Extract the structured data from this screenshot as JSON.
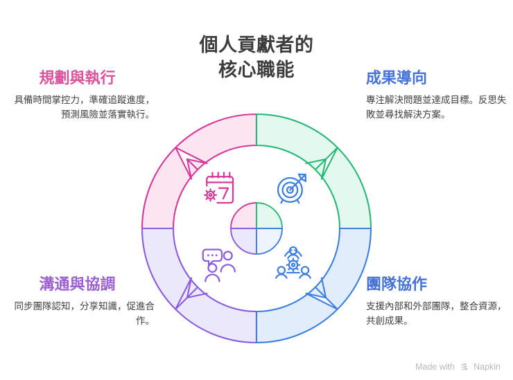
{
  "title": {
    "line1": "個人貢獻者的",
    "line2": "核心職能"
  },
  "quadrants": [
    {
      "id": "planning-execution",
      "position": "top-left",
      "heading": "規劃與執行",
      "body": "具備時間掌控力，準確追蹤進度，預測風險並落實執行。",
      "heading_color": "#d9539d",
      "ring_stroke": "#d6389a",
      "ring_fill": "#fce4f1",
      "icon": "calendar-gear-icon"
    },
    {
      "id": "results-orientation",
      "position": "top-right",
      "heading": "成果導向",
      "body": "專注解決問題並達成目標。反思失敗並尋找解決方案。",
      "heading_color": "#4472d8",
      "ring_stroke": "#27b877",
      "ring_fill": "#e3f8ee",
      "icon": "target-arrow-icon"
    },
    {
      "id": "communication-coordination",
      "position": "bottom-left",
      "heading": "溝通與協調",
      "body": "同步團隊認知，分享知識，促進合作。",
      "heading_color": "#9a5fd0",
      "ring_stroke": "#8a5ce0",
      "ring_fill": "#eae8fa",
      "icon": "people-chat-icon"
    },
    {
      "id": "team-collaboration",
      "position": "bottom-right",
      "heading": "團隊協作",
      "body": "支援內部和外部團隊，整合資源，共創成果。",
      "heading_color": "#4472d8",
      "ring_stroke": "#3d7fe0",
      "ring_fill": "#e2edfb",
      "icon": "team-gear-icon"
    }
  ],
  "center_hub": {
    "name": "center-wheel",
    "segments": [
      {
        "color_fill": "#fce4f1",
        "color_stroke": "#d6389a",
        "position": "top-left"
      },
      {
        "color_fill": "#e3f8ee",
        "color_stroke": "#27b877",
        "position": "top-right"
      },
      {
        "color_fill": "#eae8fa",
        "color_stroke": "#8a5ce0",
        "position": "bottom-left"
      },
      {
        "color_fill": "#eef3fd",
        "color_stroke": "#3d7fe0",
        "position": "bottom-right"
      }
    ]
  },
  "watermark": {
    "prefix": "Made with",
    "brand": "Napkin"
  }
}
